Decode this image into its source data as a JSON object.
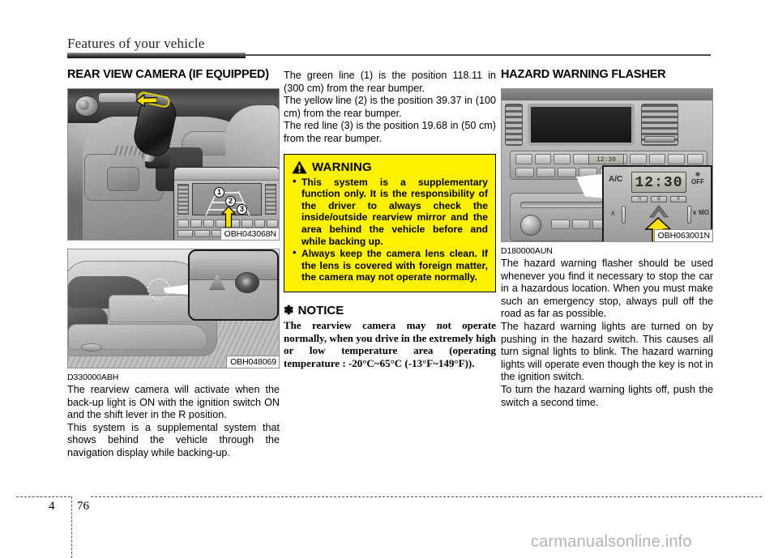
{
  "page": {
    "chapter_title": "Features of your vehicle",
    "chapter_number": "4",
    "page_number": "76",
    "watermark": "carmanualsonline.info"
  },
  "left_column": {
    "heading": "REAR VIEW CAMERA (IF EQUIPPED)",
    "figure1": {
      "code": "OBH043068N",
      "guide_labels": [
        "1",
        "2",
        "3"
      ],
      "alt": "Center console with automatic transmission shift lever and inset navigation screen showing rear camera guide lines"
    },
    "figure2": {
      "code": "OBH048069",
      "alt": "Rear of vehicle with magnified inset showing rear view camera location above the license plate"
    },
    "doc_code": "D330000ABH",
    "paragraphs": [
      "The rearview camera will activate when the back-up light is ON with the ignition switch ON and the shift lever in the R position.",
      "This system is a supplemental system that shows behind the vehicle through the navigation display while backing-up."
    ]
  },
  "middle_column": {
    "paragraphs": [
      "The green line (1) is the position 118.11 in (300 cm) from the rear bumper.",
      "The yellow line (2) is the position 39.37 in (100 cm) from the rear bumper.",
      "The red line (3) is the position 19.68 in (50 cm) from the rear bumper."
    ],
    "warning": {
      "title": "WARNING",
      "icon": "warning-triangle-icon",
      "background_color": "#fff200",
      "items": [
        "This system is a supplementary function only. It is the responsibility of the driver to always check the inside/outside rearview mirror and the area behind the vehicle before and while backing up.",
        "Always keep the camera lens clean. If the lens is covered with foreign matter, the camera may not operate normally."
      ]
    },
    "notice": {
      "star": "✽",
      "title": "NOTICE",
      "text": "The rearview camera may not operate normally, when you drive in the extremely high or low temperature area (operating temperature : -20°C~65°C (-13°F~149°F))."
    }
  },
  "right_column": {
    "heading": "HAZARD WARNING FLASHER",
    "figure3": {
      "code": "OBH063001N",
      "clock_value": "12:30",
      "ac_label": "A/C",
      "off_label": "OFF",
      "off_icon": "snowflake-icon",
      "hmr_labels": [
        "H",
        "M",
        "R"
      ],
      "alt": "Center dashboard with climate control panel and magnified inset showing the hazard warning flasher switch"
    },
    "doc_code": "D180000AUN",
    "paragraphs": [
      "The hazard warning flasher should be used whenever you find it necessary to stop the car in a hazardous location. When you must make such an emergency stop, always pull off the road as far as possible.",
      "The hazard warning lights are turned on by pushing in the hazard switch. This causes all turn signal lights to blink. The hazard warning lights will operate even though the key is not in the ignition switch.",
      "To turn the hazard warning lights off, push the switch a second time."
    ]
  }
}
